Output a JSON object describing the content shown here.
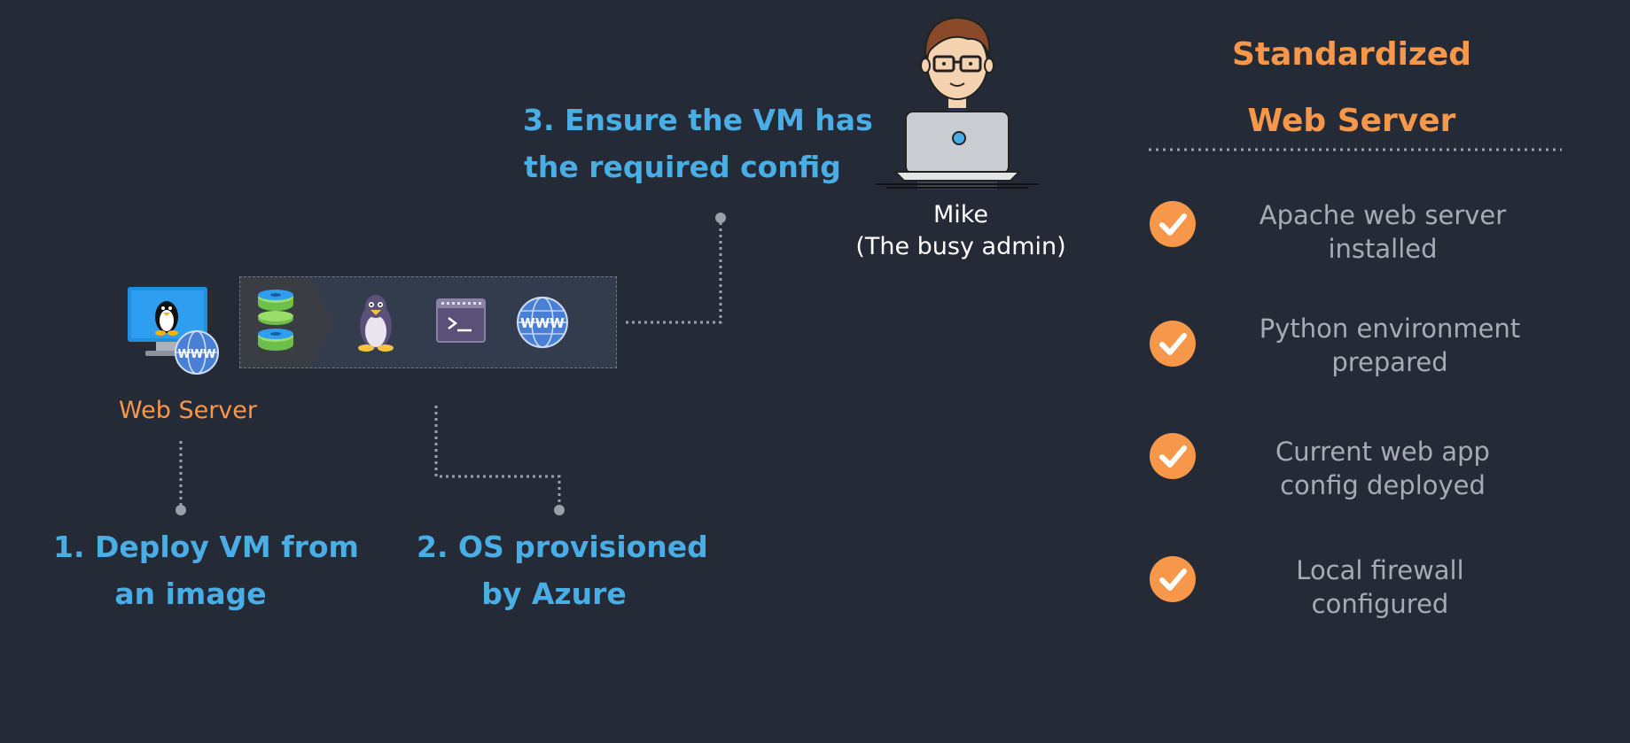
{
  "diagram": {
    "steps": {
      "deploy": [
        "1. Deploy VM from",
        "an image"
      ],
      "os": [
        "2. OS provisioned",
        "by Azure"
      ],
      "config": [
        "3. Ensure the VM has",
        "the required config"
      ]
    },
    "web_server_label": "Web Server",
    "admin": {
      "name": "Mike",
      "role": "(The busy admin)"
    },
    "www_text": "WWW"
  },
  "checklist": {
    "title": [
      "Standardized",
      "Web Server"
    ],
    "items": [
      [
        "Apache web server",
        "installed"
      ],
      [
        "Python environment",
        "prepared"
      ],
      [
        "Current web app",
        "config deployed"
      ],
      [
        "Local firewall",
        "configured"
      ]
    ]
  },
  "colors": {
    "background": "#252a37",
    "step_blue": "#4aaee6",
    "accent_orange": "#f7974a",
    "item_gray": "#a8abb3"
  }
}
